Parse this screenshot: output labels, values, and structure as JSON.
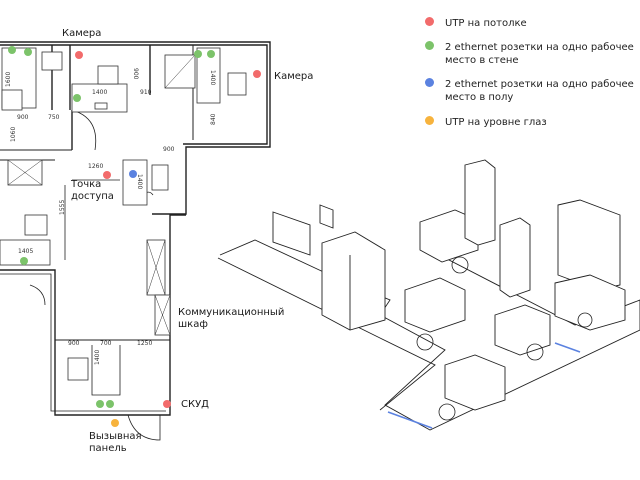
{
  "legend": {
    "items": [
      {
        "key": "red",
        "color": "#f26b6b",
        "label": "UTP на потолке"
      },
      {
        "key": "green",
        "color": "#7cc36a",
        "label": "2 ethernet розетки на одно рабочее",
        "label2": "место в стене"
      },
      {
        "key": "blue",
        "color": "#5b82e0",
        "label": "2 ethernet розетки на одно рабочее",
        "label2": "место в полу"
      },
      {
        "key": "yellow",
        "color": "#f7b33d",
        "label": "UTP на уровне глаз"
      }
    ]
  },
  "floorplan": {
    "labels": {
      "camera_top": "Камера",
      "camera_right": "Камера",
      "access_point_1": "Точка",
      "access_point_2": "доступа",
      "comm_cabinet_1": "Коммуникационный",
      "comm_cabinet_2": "шкаф",
      "skud": "СКУД",
      "call_panel_1": "Вызывная",
      "call_panel_2": "панель"
    },
    "dimensions": {
      "d1600": "1600",
      "d900a": "900",
      "d750": "750",
      "d1060": "1060",
      "d1400a": "1400",
      "d910": "910",
      "d900b": "900",
      "d1400b": "1400",
      "d840": "840",
      "d1260": "1260",
      "d900c": "900",
      "d1400c": "1400",
      "d1555": "1555",
      "d1405": "1405",
      "d900d": "900",
      "d700": "700",
      "d1250": "1250",
      "d1400d": "1400"
    },
    "markers": {
      "red": [
        "camera-top",
        "camera-right",
        "access-point",
        "skud"
      ],
      "green": [
        "left-room-1",
        "left-room-2",
        "desk-1",
        "right-desk-1",
        "right-desk-2",
        "mid-desk",
        "bottom-desk-1",
        "bottom-desk-2"
      ],
      "blue": [
        "access-desk-floor"
      ],
      "yellow": [
        "call-panel"
      ]
    }
  },
  "isometric": {
    "title": "3D view of office layout"
  }
}
